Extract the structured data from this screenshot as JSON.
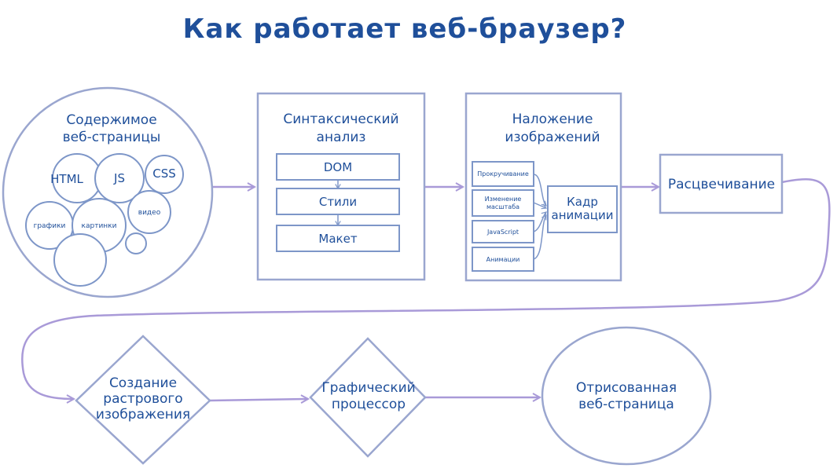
{
  "title": "Как работает веб-браузер?",
  "content": {
    "label_line1": "Содержимое",
    "label_line2": "веб-страницы",
    "bubbles": {
      "html": "HTML",
      "js": "JS",
      "css": "CSS",
      "graphics": "графики",
      "pictures": "картинки",
      "video": "видео"
    }
  },
  "parsing": {
    "title_line1": "Синтаксический",
    "title_line2": "анализ",
    "steps": [
      "DOM",
      "Стили",
      "Макет"
    ]
  },
  "compositing": {
    "title_line1": "Наложение",
    "title_line2": "изображений",
    "inputs": [
      "Прокручивание",
      "Изменение масштаба",
      "JavaScript",
      "Анимации"
    ],
    "input_scale_line1": "Изменение",
    "input_scale_line2": "масштаба",
    "frame_line1": "Кадр",
    "frame_line2": "анимации"
  },
  "painting": {
    "label": "Расцвечивание"
  },
  "raster": {
    "line1": "Создание",
    "line2": "растрового",
    "line3": "изображения"
  },
  "gpu": {
    "line1": "Графический",
    "line2": "процессор"
  },
  "result": {
    "line1": "Отрисованная",
    "line2": "веб-страница"
  },
  "colors": {
    "text": "#1f4f9a",
    "outline": "#9aa6cf",
    "connector": "#a99ad8"
  }
}
